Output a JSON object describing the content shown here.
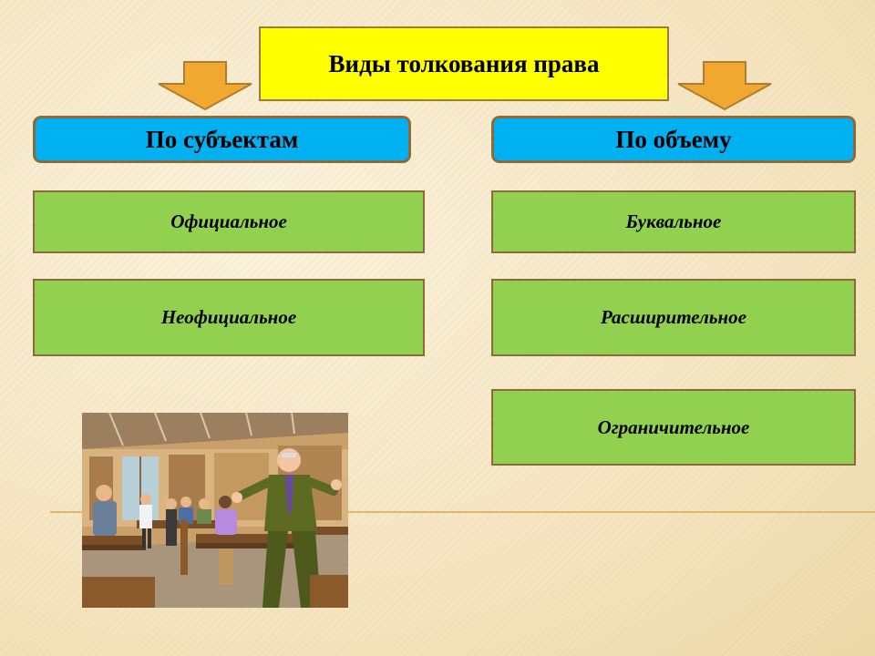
{
  "title": "Виды толкования права",
  "left_branch": {
    "header": "По субъектам",
    "items": [
      "Официальное",
      "Неофициальное"
    ]
  },
  "right_branch": {
    "header": "По объему",
    "items": [
      "Буквальное",
      "Расширительное",
      "Ограничительное"
    ]
  },
  "illustration": "courtroom-clipart",
  "colors": {
    "title_fill": "#ffff00",
    "category_fill": "#00b0f0",
    "item_fill": "#92d050",
    "arrow_fill": "#f0a830",
    "border": "#8c6a3c"
  }
}
